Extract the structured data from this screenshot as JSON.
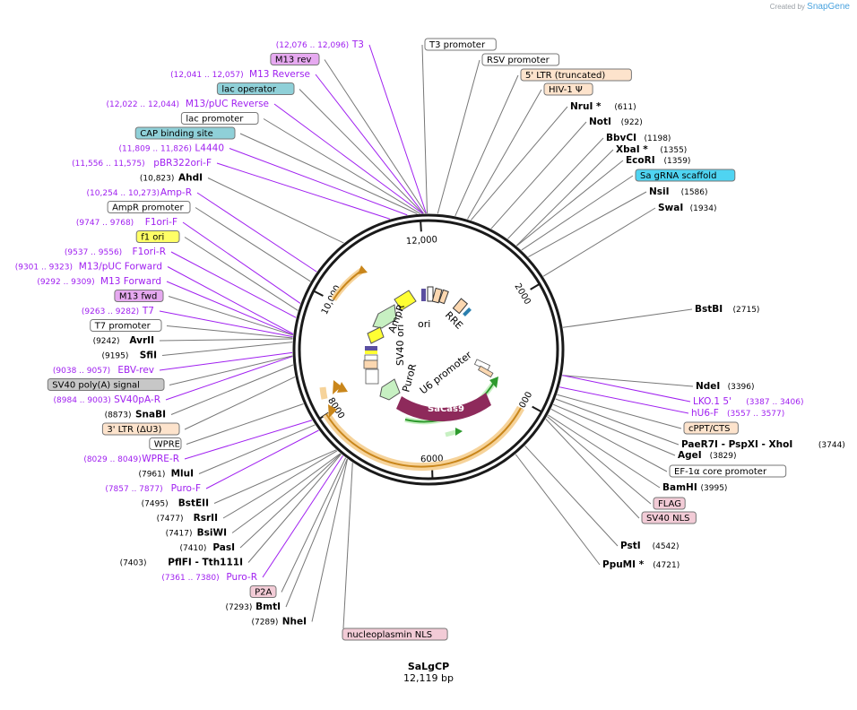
{
  "credit": {
    "prefix": "Created by",
    "brand": "SnapGene"
  },
  "plasmid": {
    "name": "SaLgCP",
    "length": "12,119 bp",
    "total_bp": 12119
  },
  "colors": {
    "enzyme": "#000000",
    "primer": "#a020f0",
    "backbone": "#1a1a1a",
    "feature_orange": "#e8a33a",
    "feature_green": "#2e9a2e",
    "cas9": "#8e2a5b",
    "yellow_box": "#ffff66",
    "purple_box": "#e6a9f0",
    "teal_box": "#8fd0d8",
    "cyan_box": "#4fd4f2",
    "peach_box": "#fde3cc",
    "pink_box": "#f2cbd6",
    "gray_box": "#c7c7c7"
  },
  "ruler": [
    {
      "label": "2000",
      "bp": 2000
    },
    {
      "label": "4000",
      "bp": 4000
    },
    {
      "label": "6000",
      "bp": 6000
    },
    {
      "label": "8000",
      "bp": 8000
    },
    {
      "label": "10,000",
      "bp": 10000
    },
    {
      "label": "12,000",
      "bp": 12000
    }
  ],
  "inner_features": [
    {
      "label": "AmpR"
    },
    {
      "label": "ori"
    },
    {
      "label": "RRE"
    },
    {
      "label": "SV40 ori"
    },
    {
      "label": "PuroR"
    },
    {
      "label": "U6 promoter"
    },
    {
      "label": "SaCas9"
    }
  ],
  "labels": [
    {
      "kind": "primer",
      "coord": "(12,076 .. 12,096)",
      "name": "T3",
      "bp": 12086,
      "side": "left"
    },
    {
      "kind": "box",
      "style": "purple",
      "name": "M13 rev",
      "bp": 12080,
      "side": "left"
    },
    {
      "kind": "primer",
      "coord": "(12,041 .. 12,057)",
      "name": "M13 Reverse",
      "bp": 12049,
      "side": "left"
    },
    {
      "kind": "box",
      "style": "teal",
      "name": "lac operator",
      "bp": 12040,
      "side": "left"
    },
    {
      "kind": "primer",
      "coord": "(12,022 .. 12,044)",
      "name": "M13/pUC Reverse",
      "bp": 12033,
      "side": "left"
    },
    {
      "kind": "box",
      "style": "white",
      "name": "lac promoter",
      "bp": 12000,
      "side": "left"
    },
    {
      "kind": "box",
      "style": "teal",
      "name": "CAP binding site",
      "bp": 11960,
      "side": "left"
    },
    {
      "kind": "primer",
      "coord": "(11,809 .. 11,826)",
      "name": "L4440",
      "bp": 11817,
      "side": "left"
    },
    {
      "kind": "primer",
      "coord": "(11,556 .. 11,575)",
      "name": "pBR322ori-F",
      "bp": 11565,
      "side": "left"
    },
    {
      "kind": "enzyme",
      "coord": "(10,823)",
      "name": "AhdI",
      "bp": 10823,
      "side": "left"
    },
    {
      "kind": "primer",
      "coord": "(10,254 .. 10,273)",
      "name": "Amp-R",
      "bp": 10263,
      "side": "left"
    },
    {
      "kind": "box",
      "style": "white",
      "name": "AmpR promoter",
      "bp": 10100,
      "side": "left"
    },
    {
      "kind": "primer",
      "coord": "(9747 .. 9768)",
      "name": "F1ori-F",
      "bp": 9757,
      "side": "left"
    },
    {
      "kind": "box",
      "style": "yellow",
      "name": "f1 ori",
      "bp": 9650,
      "side": "left"
    },
    {
      "kind": "primer",
      "coord": "(9537 .. 9556)",
      "name": "F1ori-R",
      "bp": 9546,
      "side": "left"
    },
    {
      "kind": "primer",
      "coord": "(9301 .. 9323)",
      "name": "M13/pUC Forward",
      "bp": 9312,
      "side": "left"
    },
    {
      "kind": "primer",
      "coord": "(9292 .. 9309)",
      "name": "M13 Forward",
      "bp": 9300,
      "side": "left"
    },
    {
      "kind": "box",
      "style": "purple",
      "name": "M13 fwd",
      "bp": 9295,
      "side": "left"
    },
    {
      "kind": "primer",
      "coord": "(9263 .. 9282)",
      "name": "T7",
      "bp": 9272,
      "side": "left"
    },
    {
      "kind": "box",
      "style": "white",
      "name": "T7 promoter",
      "bp": 9255,
      "side": "left"
    },
    {
      "kind": "enzyme",
      "coord": "(9242)",
      "name": "AvrII",
      "bp": 9242,
      "side": "left"
    },
    {
      "kind": "enzyme",
      "coord": "(9195)",
      "name": "SfiI",
      "bp": 9195,
      "side": "left"
    },
    {
      "kind": "primer",
      "coord": "(9038 .. 9057)",
      "name": "EBV-rev",
      "bp": 9047,
      "side": "left"
    },
    {
      "kind": "box",
      "style": "gray",
      "name": "SV40 poly(A) signal",
      "bp": 9000,
      "side": "left"
    },
    {
      "kind": "primer",
      "coord": "(8984 .. 9003)",
      "name": "SV40pA-R",
      "bp": 8993,
      "side": "left"
    },
    {
      "kind": "enzyme",
      "coord": "(8873)",
      "name": "SnaBI",
      "bp": 8873,
      "side": "left"
    },
    {
      "kind": "box",
      "style": "peach",
      "name": "3' LTR (ΔU3)",
      "bp": 8700,
      "side": "left"
    },
    {
      "kind": "box",
      "style": "white",
      "name": "WPRE",
      "bp": 8300,
      "side": "left"
    },
    {
      "kind": "primer",
      "coord": "(8029 .. 8049)",
      "name": "WPRE-R",
      "bp": 8039,
      "side": "left"
    },
    {
      "kind": "enzyme",
      "coord": "(7961)",
      "name": "MluI",
      "bp": 7961,
      "side": "left"
    },
    {
      "kind": "primer",
      "coord": "(7857 .. 7877)",
      "name": "Puro-F",
      "bp": 7867,
      "side": "left"
    },
    {
      "kind": "enzyme",
      "coord": "(7495)",
      "name": "BstEII",
      "bp": 7495,
      "side": "left"
    },
    {
      "kind": "enzyme",
      "coord": "(7477)",
      "name": "RsrII",
      "bp": 7477,
      "side": "left"
    },
    {
      "kind": "enzyme",
      "coord": "(7417)",
      "name": "BsiWI",
      "bp": 7417,
      "side": "left"
    },
    {
      "kind": "enzyme",
      "coord": "(7410)",
      "name": "PasI",
      "bp": 7410,
      "side": "left"
    },
    {
      "kind": "enzyme",
      "coord": "(7403)",
      "name": "PflFI - Tth111I",
      "bp": 7403,
      "side": "left"
    },
    {
      "kind": "primer",
      "coord": "(7361 .. 7380)",
      "name": "Puro-R",
      "bp": 7370,
      "side": "left"
    },
    {
      "kind": "box",
      "style": "pink",
      "name": "P2A",
      "bp": 7320,
      "side": "left"
    },
    {
      "kind": "enzyme",
      "coord": "(7293)",
      "name": "BmtI",
      "bp": 7293,
      "side": "left"
    },
    {
      "kind": "enzyme",
      "coord": "(7289)",
      "name": "NheI",
      "bp": 7289,
      "side": "left"
    },
    {
      "kind": "box",
      "style": "pink",
      "name": "nucleoplasmin NLS",
      "bp": 7200,
      "side": "bottom"
    },
    {
      "kind": "box",
      "style": "white",
      "name": "T3 promoter",
      "bp": 12100,
      "side": "right"
    },
    {
      "kind": "box",
      "style": "white",
      "name": "RSV promoter",
      "bp": 130,
      "side": "right"
    },
    {
      "kind": "box",
      "style": "peach",
      "name": "5' LTR (truncated)",
      "bp": 380,
      "side": "right"
    },
    {
      "kind": "box",
      "style": "peach",
      "name": "HIV-1 Ψ",
      "bp": 560,
      "side": "right"
    },
    {
      "kind": "enzyme",
      "name": "NruI *",
      "coord": "(611)",
      "bp": 611,
      "side": "right"
    },
    {
      "kind": "enzyme",
      "name": "NotI",
      "coord": "(922)",
      "bp": 922,
      "side": "right"
    },
    {
      "kind": "enzyme",
      "name": "BbvCI",
      "coord": "(1198)",
      "bp": 1198,
      "side": "right"
    },
    {
      "kind": "enzyme",
      "name": "XbaI *",
      "coord": "(1355)",
      "bp": 1355,
      "side": "right"
    },
    {
      "kind": "enzyme",
      "name": "EcoRI",
      "coord": "(1359)",
      "bp": 1359,
      "side": "right"
    },
    {
      "kind": "box",
      "style": "cyan",
      "name": "Sa gRNA scaffold",
      "bp": 1450,
      "side": "right"
    },
    {
      "kind": "enzyme",
      "name": "NsiI",
      "coord": "(1586)",
      "bp": 1586,
      "side": "right"
    },
    {
      "kind": "enzyme",
      "name": "SwaI",
      "coord": "(1934)",
      "bp": 1934,
      "side": "right"
    },
    {
      "kind": "enzyme",
      "name": "BstBI",
      "coord": "(2715)",
      "bp": 2715,
      "side": "right"
    },
    {
      "kind": "enzyme",
      "name": "NdeI",
      "coord": "(3396)",
      "bp": 3396,
      "side": "right"
    },
    {
      "kind": "primer",
      "name": "LKO.1 5'",
      "coord": "(3387 .. 3406)",
      "bp": 3396,
      "side": "right"
    },
    {
      "kind": "primer",
      "name": "hU6-F",
      "coord": "(3557 .. 3577)",
      "bp": 3567,
      "side": "right"
    },
    {
      "kind": "box",
      "style": "peach",
      "name": "cPPT/CTS",
      "bp": 3680,
      "side": "right"
    },
    {
      "kind": "enzyme",
      "name": "PaeR7I - PspXI - XhoI",
      "coord": "(3744)",
      "bp": 3744,
      "side": "right"
    },
    {
      "kind": "enzyme",
      "name": "AgeI",
      "coord": "(3829)",
      "bp": 3829,
      "side": "right"
    },
    {
      "kind": "box",
      "style": "white",
      "name": "EF-1α core promoter",
      "bp": 3900,
      "side": "right"
    },
    {
      "kind": "enzyme",
      "name": "BamHI",
      "coord": "(3995)",
      "bp": 3995,
      "side": "right"
    },
    {
      "kind": "box",
      "style": "pink",
      "name": "FLAG",
      "bp": 4020,
      "side": "right"
    },
    {
      "kind": "box",
      "style": "pink",
      "name": "SV40 NLS",
      "bp": 4060,
      "side": "right"
    },
    {
      "kind": "enzyme",
      "name": "PstI",
      "coord": "(4542)",
      "bp": 4542,
      "side": "right"
    },
    {
      "kind": "enzyme",
      "name": "PpuMI *",
      "coord": "(4721)",
      "bp": 4721,
      "side": "right"
    }
  ]
}
